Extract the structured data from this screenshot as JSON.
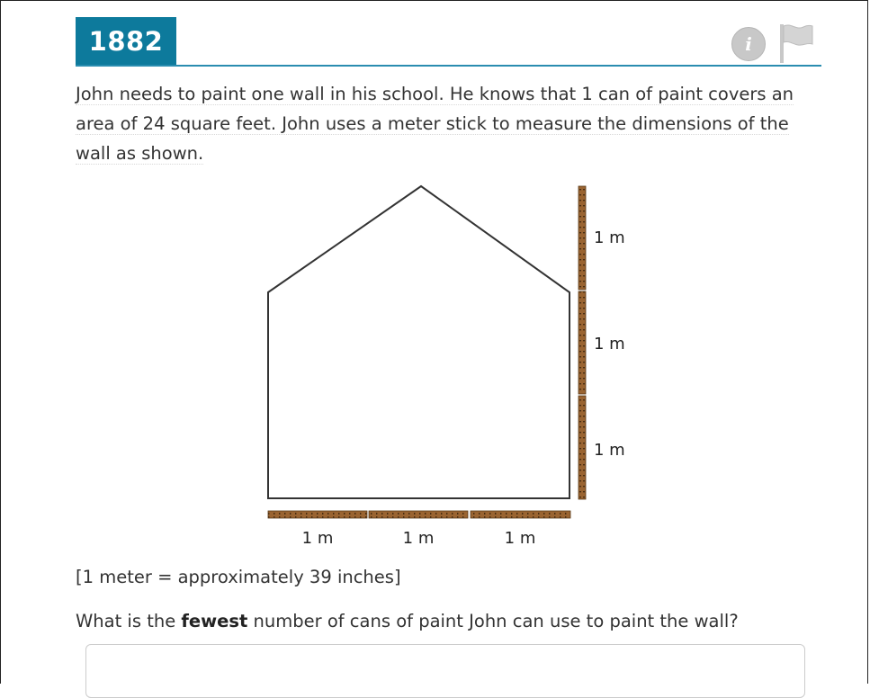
{
  "item": {
    "number": "1882"
  },
  "toolbar": {
    "info_icon": "info-icon",
    "flag_icon": "flag-icon",
    "info_glyph": "i"
  },
  "stem": {
    "text": "John needs to paint one wall in his school. He knows that 1 can of paint covers an area of 24 square feet. John uses a meter stick to measure the dimensions of the wall as shown."
  },
  "figure": {
    "vertical_labels": [
      "1 m",
      "1 m",
      "1 m"
    ],
    "horizontal_labels": [
      "1 m",
      "1 m",
      "1 m"
    ]
  },
  "conversion_note": "[1 meter = approximately 39 inches]",
  "question": {
    "before": "What is the ",
    "emphasis": "fewest",
    "after": " number of cans of paint John can use to paint the wall?"
  },
  "answer": {
    "value": "",
    "placeholder": ""
  },
  "colors": {
    "header_bg": "#0d7a9c",
    "header_rule": "#2a8db0",
    "stick": "#8b5a2b",
    "stick_dark": "#5a3a1a"
  }
}
